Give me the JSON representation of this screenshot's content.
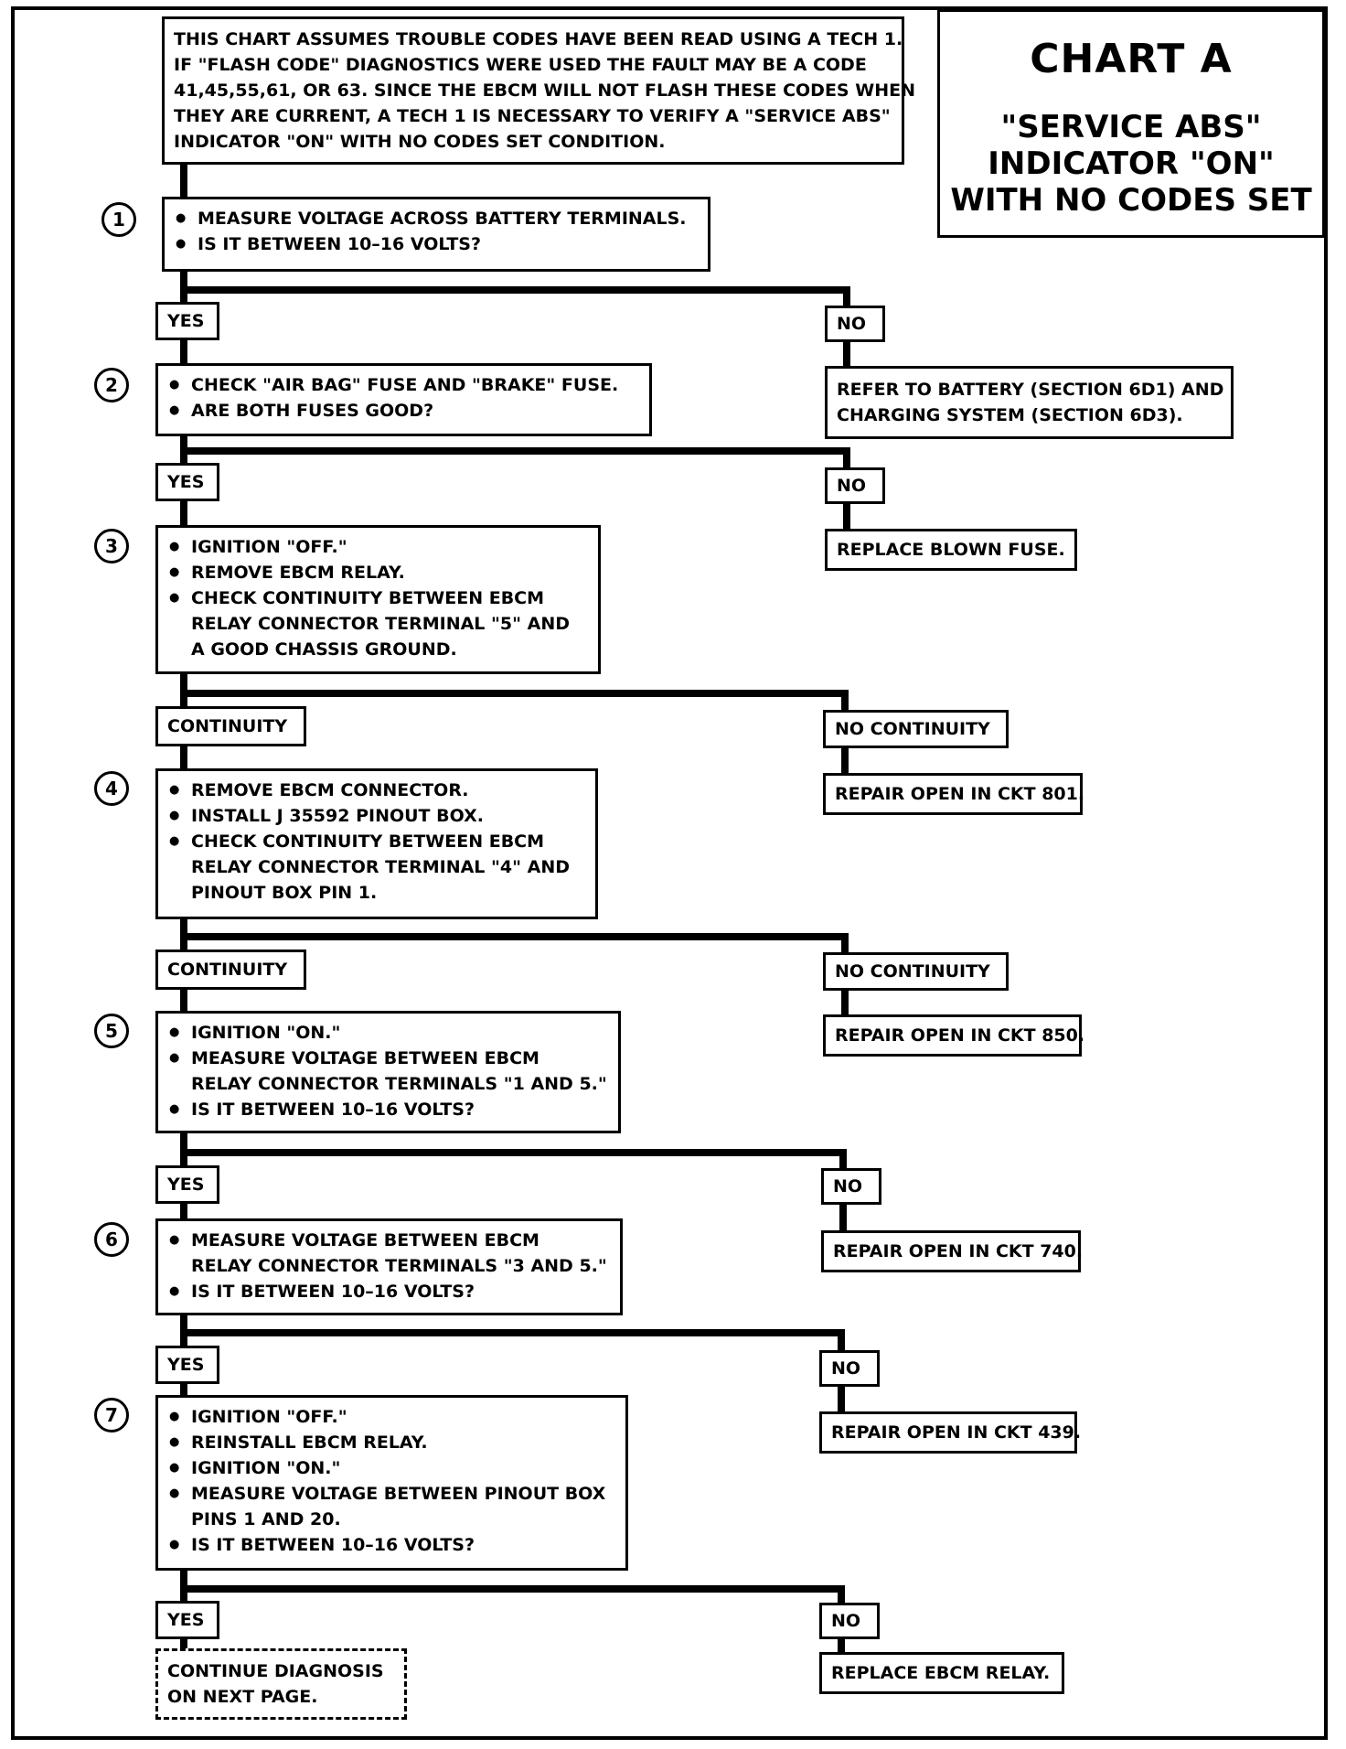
{
  "header": {
    "chart_title": "CHART A",
    "subtitle_lines": [
      "\"SERVICE ABS\"",
      "INDICATOR \"ON\"",
      "WITH NO CODES SET"
    ]
  },
  "intro_note": [
    "THIS CHART ASSUMES TROUBLE CODES HAVE BEEN READ USING A TECH 1.",
    "IF \"FLASH CODE\" DIAGNOSTICS WERE USED THE FAULT MAY BE A CODE",
    "41,45,55,61, OR 63.  SINCE THE EBCM WILL NOT FLASH THESE CODES WHEN",
    "THEY ARE CURRENT, A TECH 1 IS NECESSARY TO VERIFY A \"SERVICE ABS\"",
    "INDICATOR \"ON\" WITH NO CODES SET CONDITION."
  ],
  "steps": [
    {
      "number": "1",
      "lines": [
        {
          "bullet": true,
          "text": "MEASURE VOLTAGE ACROSS BATTERY TERMINALS."
        },
        {
          "bullet": true,
          "text": "IS IT BETWEEN 10–16 VOLTS?"
        }
      ]
    },
    {
      "number": "2",
      "lines": [
        {
          "bullet": true,
          "text": "CHECK \"AIR BAG\" FUSE AND \"BRAKE\" FUSE."
        },
        {
          "bullet": true,
          "text": "ARE BOTH FUSES GOOD?"
        }
      ]
    },
    {
      "number": "3",
      "lines": [
        {
          "bullet": true,
          "text": "IGNITION \"OFF.\""
        },
        {
          "bullet": true,
          "text": "REMOVE EBCM RELAY."
        },
        {
          "bullet": true,
          "text": "CHECK CONTINUITY BETWEEN EBCM"
        },
        {
          "bullet": false,
          "text": "RELAY CONNECTOR TERMINAL \"5\" AND"
        },
        {
          "bullet": false,
          "text": "A GOOD CHASSIS GROUND."
        }
      ]
    },
    {
      "number": "4",
      "lines": [
        {
          "bullet": true,
          "text": "REMOVE EBCM CONNECTOR."
        },
        {
          "bullet": true,
          "text": "INSTALL J 35592 PINOUT BOX."
        },
        {
          "bullet": true,
          "text": "CHECK CONTINUITY BETWEEN EBCM"
        },
        {
          "bullet": false,
          "text": "RELAY CONNECTOR TERMINAL \"4\" AND"
        },
        {
          "bullet": false,
          "text": "PINOUT BOX PIN 1."
        }
      ]
    },
    {
      "number": "5",
      "lines": [
        {
          "bullet": true,
          "text": "IGNITION \"ON.\""
        },
        {
          "bullet": true,
          "text": "MEASURE VOLTAGE BETWEEN EBCM"
        },
        {
          "bullet": false,
          "text": "RELAY CONNECTOR TERMINALS \"1 AND 5.\""
        },
        {
          "bullet": true,
          "text": "IS IT BETWEEN 10–16 VOLTS?"
        }
      ]
    },
    {
      "number": "6",
      "lines": [
        {
          "bullet": true,
          "text": "MEASURE VOLTAGE BETWEEN EBCM"
        },
        {
          "bullet": false,
          "text": "RELAY CONNECTOR TERMINALS \"3 AND 5.\""
        },
        {
          "bullet": true,
          "text": "IS IT BETWEEN 10–16 VOLTS?"
        }
      ]
    },
    {
      "number": "7",
      "lines": [
        {
          "bullet": true,
          "text": "IGNITION \"OFF.\""
        },
        {
          "bullet": true,
          "text": "REINSTALL EBCM RELAY."
        },
        {
          "bullet": true,
          "text": "IGNITION \"ON.\""
        },
        {
          "bullet": true,
          "text": "MEASURE VOLTAGE BETWEEN PINOUT BOX"
        },
        {
          "bullet": false,
          "text": "PINS 1 AND 20."
        },
        {
          "bullet": true,
          "text": "IS IT BETWEEN 10–16 VOLTS?"
        }
      ]
    }
  ],
  "branches": [
    {
      "left": "YES",
      "right": "NO",
      "right_result": [
        "REFER TO BATTERY (SECTION 6D1) AND",
        "CHARGING SYSTEM (SECTION 6D3)."
      ]
    },
    {
      "left": "YES",
      "right": "NO",
      "right_result": [
        "REPLACE BLOWN FUSE."
      ]
    },
    {
      "left": "CONTINUITY",
      "right": "NO CONTINUITY",
      "right_result": [
        "REPAIR OPEN IN CKT 801."
      ]
    },
    {
      "left": "CONTINUITY",
      "right": "NO CONTINUITY",
      "right_result": [
        "REPAIR OPEN IN CKT 850."
      ]
    },
    {
      "left": "YES",
      "right": "NO",
      "right_result": [
        "REPAIR OPEN IN CKT 740."
      ]
    },
    {
      "left": "YES",
      "right": "NO",
      "right_result": [
        "REPAIR OPEN IN CKT 439."
      ]
    },
    {
      "left": "YES",
      "right": "NO",
      "right_result": [
        "REPLACE EBCM RELAY."
      ]
    }
  ],
  "final_note": [
    "CONTINUE DIAGNOSIS",
    "ON NEXT PAGE."
  ]
}
